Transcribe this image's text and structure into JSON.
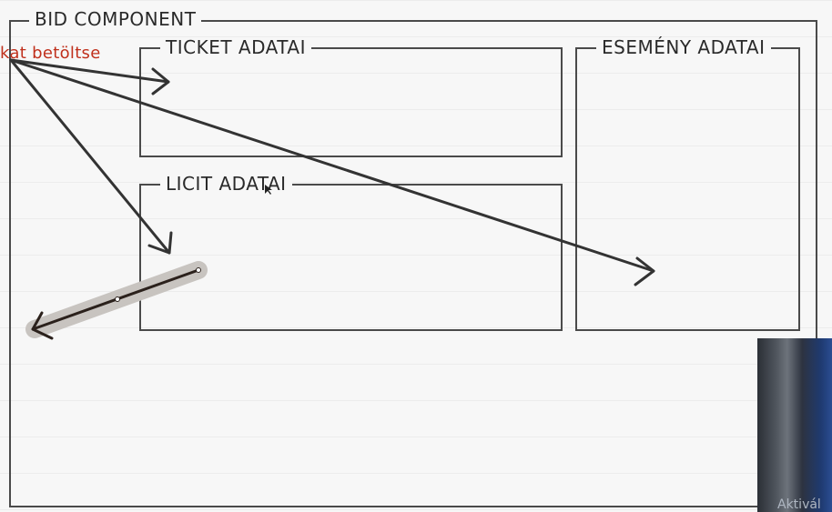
{
  "diagram": {
    "outer_title": "BID COMPONENT",
    "ticket_title": "TICKET ADATAI",
    "licit_title": "LICIT ADATAI",
    "esemeny_title": "ESEMÉNY ADATAI",
    "annotation": "kat betöltse",
    "colors": {
      "stroke": "#4a4a4a",
      "annotation": "#c0301c",
      "selection_highlight": "#c8c4c0"
    }
  },
  "webcam": {
    "partial_text": "Aktivál"
  }
}
